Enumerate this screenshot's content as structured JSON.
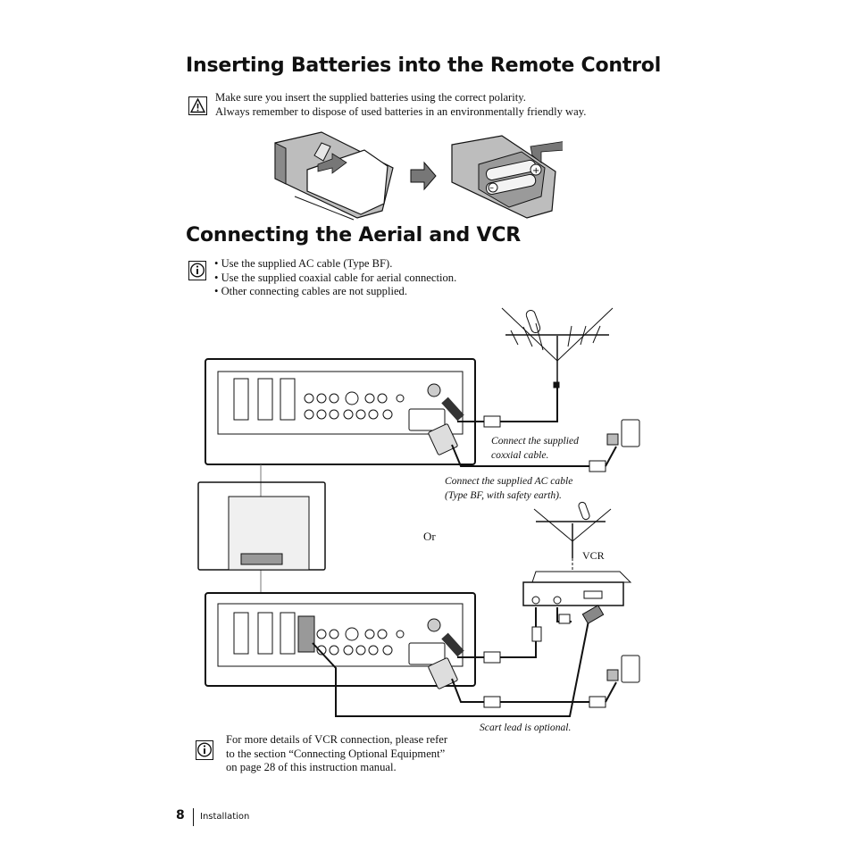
{
  "section1": {
    "title": "Inserting Batteries into the Remote Control",
    "caution_lines": [
      "Make sure you insert the supplied batteries using the correct polarity.",
      "Always remember to dispose of used batteries in an environmentally friendly way."
    ]
  },
  "section2": {
    "title": "Connecting the Aerial and VCR",
    "notes": [
      "Use the supplied AC cable (Type BF).",
      "Use the supplied coaxial cable for aerial connection.",
      "Other connecting cables are not supplied."
    ]
  },
  "diagram": {
    "caption_coax": [
      "Connect the supplied",
      "coxxial cable."
    ],
    "caption_ac": [
      "Connect the supplied AC cable",
      "(Type BF, with safety earth)."
    ],
    "or_label": "Or",
    "vcr_label": "VCR",
    "caption_scart": "Scart lead is optional."
  },
  "bottom_note": [
    "For more details of VCR connection, please refer",
    "to the section “Connecting Optional Equipment”",
    "on page 28 of this instruction manual."
  ],
  "footer": {
    "page_number": "8",
    "section": "Installation"
  }
}
